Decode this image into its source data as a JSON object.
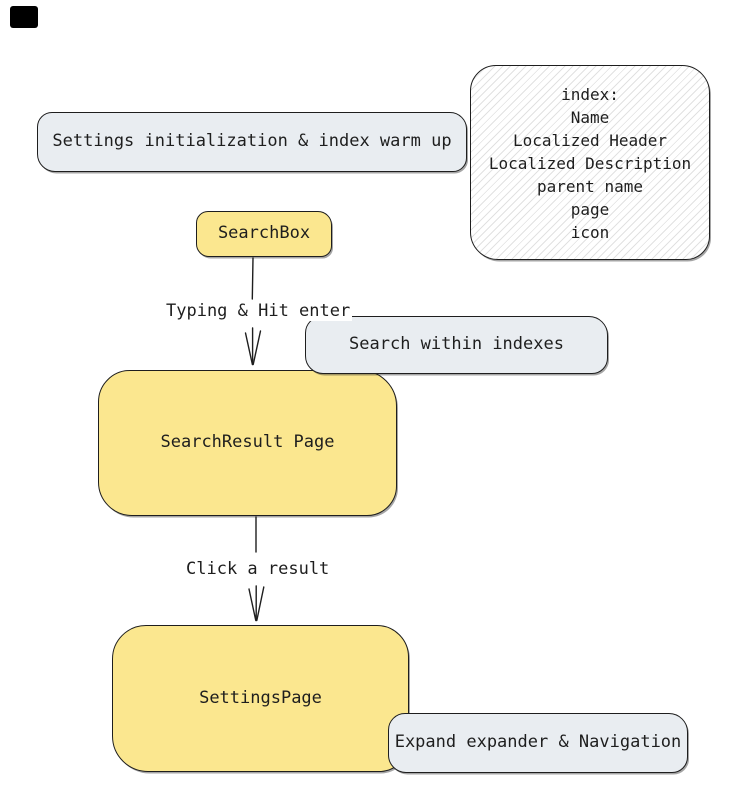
{
  "diagram": {
    "nodes": {
      "settings_init": {
        "label": "Settings initialization & index warm up"
      },
      "index_info": {
        "lines": [
          "index:",
          "Name",
          "Localized Header",
          "Localized Description",
          "parent name",
          "page",
          "icon"
        ]
      },
      "search_box": {
        "label": "SearchBox"
      },
      "search_within": {
        "label": "Search within indexes"
      },
      "search_result": {
        "label": "SearchResult Page"
      },
      "settings_page": {
        "label": "SettingsPage"
      },
      "expand_nav": {
        "label": "Expand expander & Navigation"
      }
    },
    "edges": {
      "typing": {
        "label": "Typing & Hit enter"
      },
      "click": {
        "label": "Click a result"
      }
    },
    "colors": {
      "node_yellow": "#fbe78f",
      "node_gray": "#e9edf1",
      "stroke": "#1e1e1e",
      "hatch_box_fill": "#ffffff",
      "corner_marker": "#000000"
    }
  }
}
